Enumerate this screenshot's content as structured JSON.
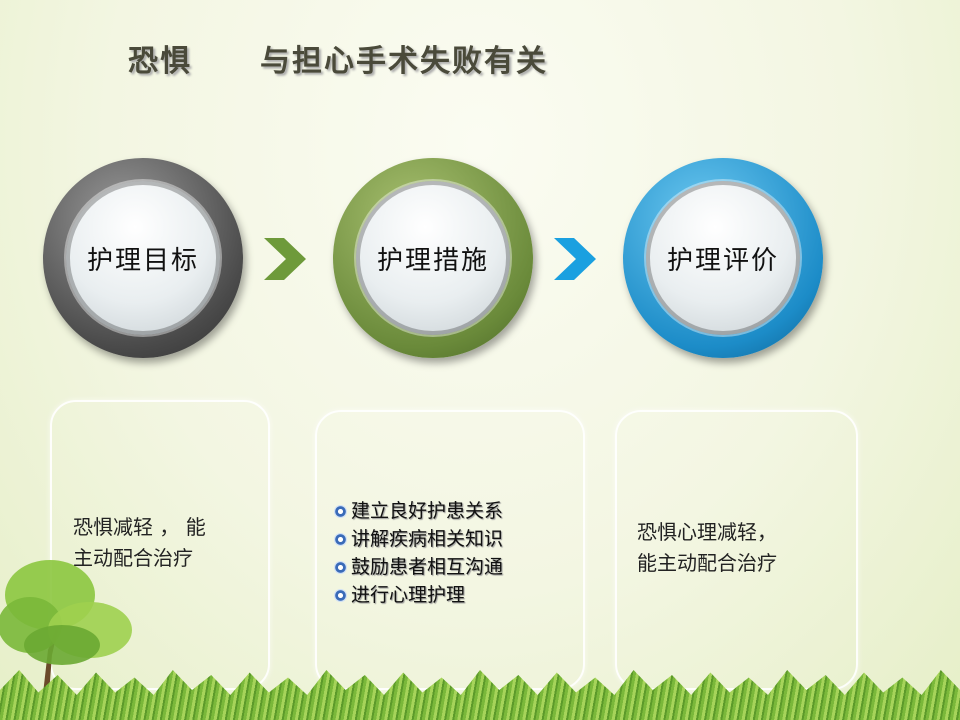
{
  "title": {
    "label": "恐惧",
    "text": "与担心手术失败有关"
  },
  "steps": [
    {
      "label": "护理目标",
      "color": "#4a4a4a"
    },
    {
      "label": "护理措施",
      "color": "#6a8a3a"
    },
    {
      "label": "护理评价",
      "color": "#1c8cc8"
    }
  ],
  "arrows": [
    {
      "color": "#6e9a3a"
    },
    {
      "color": "#1aa0e0"
    }
  ],
  "goal": {
    "line1": "恐惧减轻 ， 能",
    "line2": "主动配合治疗"
  },
  "measures": [
    " 建立良好护患关系",
    "讲解疾病相关知识",
    "鼓励患者相互沟通",
    "进行心理护理"
  ],
  "evaluation": {
    "line1": "恐惧心理减轻，",
    "line2": "能主动配合治疗"
  }
}
